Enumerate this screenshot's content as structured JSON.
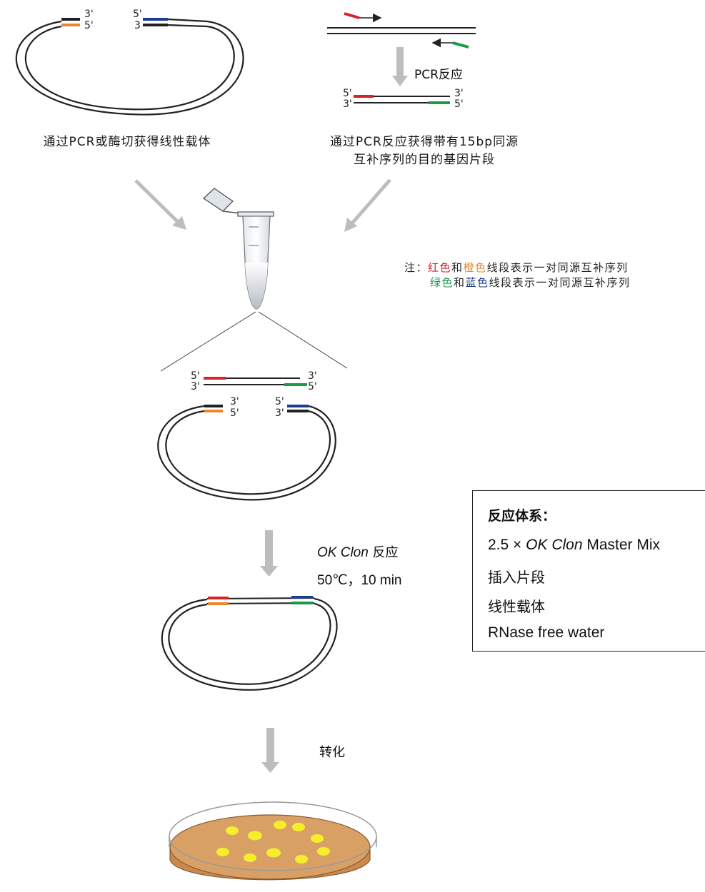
{
  "top_left": {
    "caption": "通过PCR或酶切获得线性载体"
  },
  "top_right": {
    "step_label": "PCR反应",
    "caption_line1": "通过PCR反应获得带有15bp同源",
    "caption_line2": "互补序列的目的基因片段"
  },
  "end_labels": {
    "three_prime": "3'",
    "five_prime": "5'",
    "three_short": "3"
  },
  "note": {
    "prefix": "注：",
    "line1": {
      "color1_word": "红色",
      "joiner": "和",
      "color2_word": "橙色",
      "rest": "线段表示一对同源互补序列"
    },
    "line2": {
      "color1_word": "绿色",
      "joiner": "和",
      "color2_word": "蓝色",
      "rest": "线段表示一对同源互补序列"
    }
  },
  "reaction_box": {
    "title": "反应体系：",
    "item1_prefix": "2.5 × ",
    "item1_italic": "OK Clon",
    "item1_suffix": " Master Mix",
    "item2": "插入片段",
    "item3": "线性载体",
    "item4": "RNase free water"
  },
  "step_reaction": {
    "italic": "OK Clon",
    "rest": " 反应",
    "condition": "50℃，10 min"
  },
  "step_transform": {
    "label": "转化"
  },
  "colors": {
    "red": "#d8232a",
    "orange": "#e8892b",
    "green": "#1b9a4a",
    "blue": "#1d3e8a",
    "black": "#222222",
    "arrow_grey": "#bdbdbd",
    "agar": "#d9a066",
    "colony": "#f4ef2a"
  }
}
